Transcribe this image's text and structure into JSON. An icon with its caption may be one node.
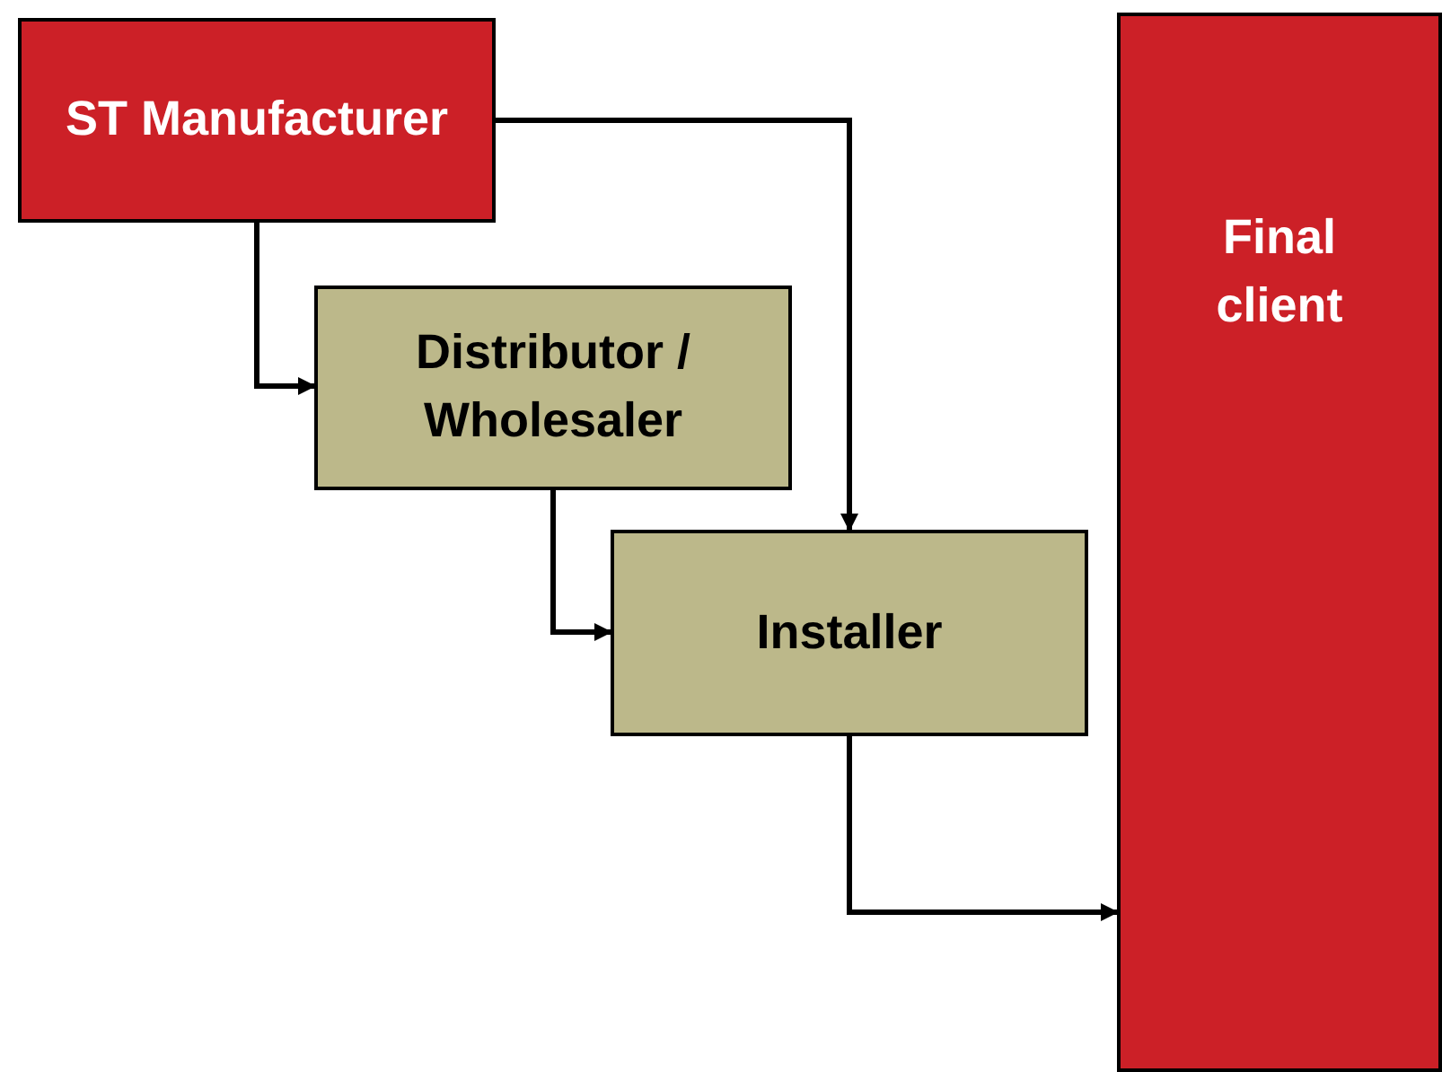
{
  "diagram": {
    "nodes": [
      {
        "text": [
          "ST Manufacturer"
        ]
      },
      {
        "text": [
          "Distributor / Wholesaler"
        ]
      },
      {
        "text": [
          "Installer"
        ]
      },
      {
        "text": [
          "Final client"
        ]
      }
    ],
    "edges": [
      {
        "from": 0,
        "to": 1,
        "arrow": "to"
      },
      {
        "from": 0,
        "to": 2,
        "arrow": "to"
      },
      {
        "from": 1,
        "to": 2,
        "arrow": "to"
      },
      {
        "from": 2,
        "to": 3,
        "arrow": "to"
      }
    ]
  }
}
